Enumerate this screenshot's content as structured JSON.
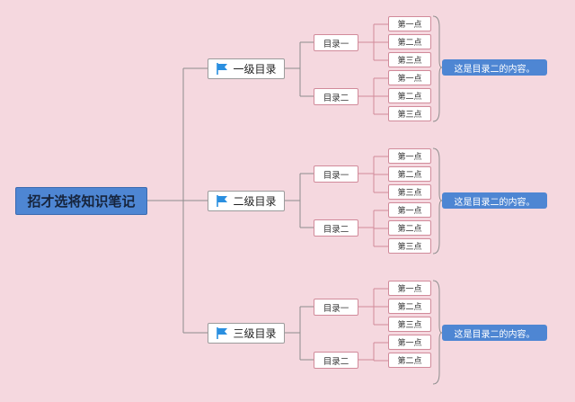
{
  "root": {
    "label": "招才选将知识笔记"
  },
  "sections": [
    {
      "label": "一级目录",
      "subs": [
        {
          "label": "目录一",
          "points": [
            "第一点",
            "第二点",
            "第三点"
          ]
        },
        {
          "label": "目录二",
          "points": [
            "第一点",
            "第二点",
            "第三点"
          ]
        }
      ],
      "note": "这是目录二的内容。"
    },
    {
      "label": "二级目录",
      "subs": [
        {
          "label": "目录一",
          "points": [
            "第一点",
            "第二点",
            "第三点"
          ]
        },
        {
          "label": "目录二",
          "points": [
            "第一点",
            "第二点",
            "第三点"
          ]
        }
      ],
      "note": "这是目录二的内容。"
    },
    {
      "label": "三级目录",
      "subs": [
        {
          "label": "目录一",
          "points": [
            "第一点",
            "第二点",
            "第三点"
          ]
        },
        {
          "label": "目录二",
          "points": [
            "第一点",
            "第二点"
          ]
        }
      ],
      "note": "这是目录二的内容。"
    }
  ],
  "colors": {
    "background": "#f5d8df",
    "root_fill": "#4e86d3",
    "note_fill": "#4e86d3",
    "flag": "#2a8fe0",
    "trunk_line": "#8d8d8d",
    "branch_line": "#d18a9a",
    "brace_line": "#8d8d8d"
  },
  "icons": {
    "level1": "flag-icon"
  }
}
